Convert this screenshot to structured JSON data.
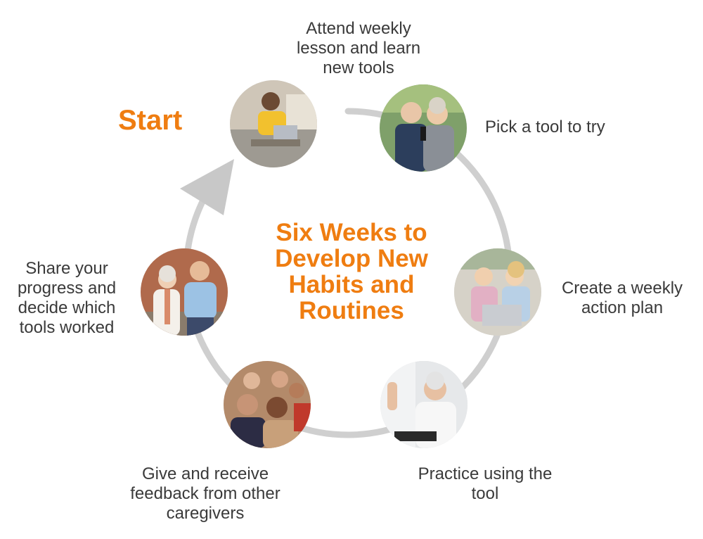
{
  "diagram": {
    "start_label": "Start",
    "center_title": "Six Weeks to Develop New Habits and Routines",
    "colors": {
      "accent": "#ef7d11",
      "ring": "#cfcfcf",
      "text": "#3a3a3a"
    },
    "steps": [
      {
        "label": "Attend weekly lesson and learn new tools",
        "photo": "man-laptop-photo"
      },
      {
        "label": "Pick a tool to try",
        "photo": "couple-headphones-photo"
      },
      {
        "label": "Create a weekly action plan",
        "photo": "women-laptop-photo"
      },
      {
        "label": "Practice using the tool",
        "photo": "man-celebrating-photo"
      },
      {
        "label": "Give and receive feedback from other caregivers",
        "photo": "group-photo"
      },
      {
        "label": "Share your progress and decide which tools worked",
        "photo": "caregiver-walking-photo"
      }
    ]
  }
}
